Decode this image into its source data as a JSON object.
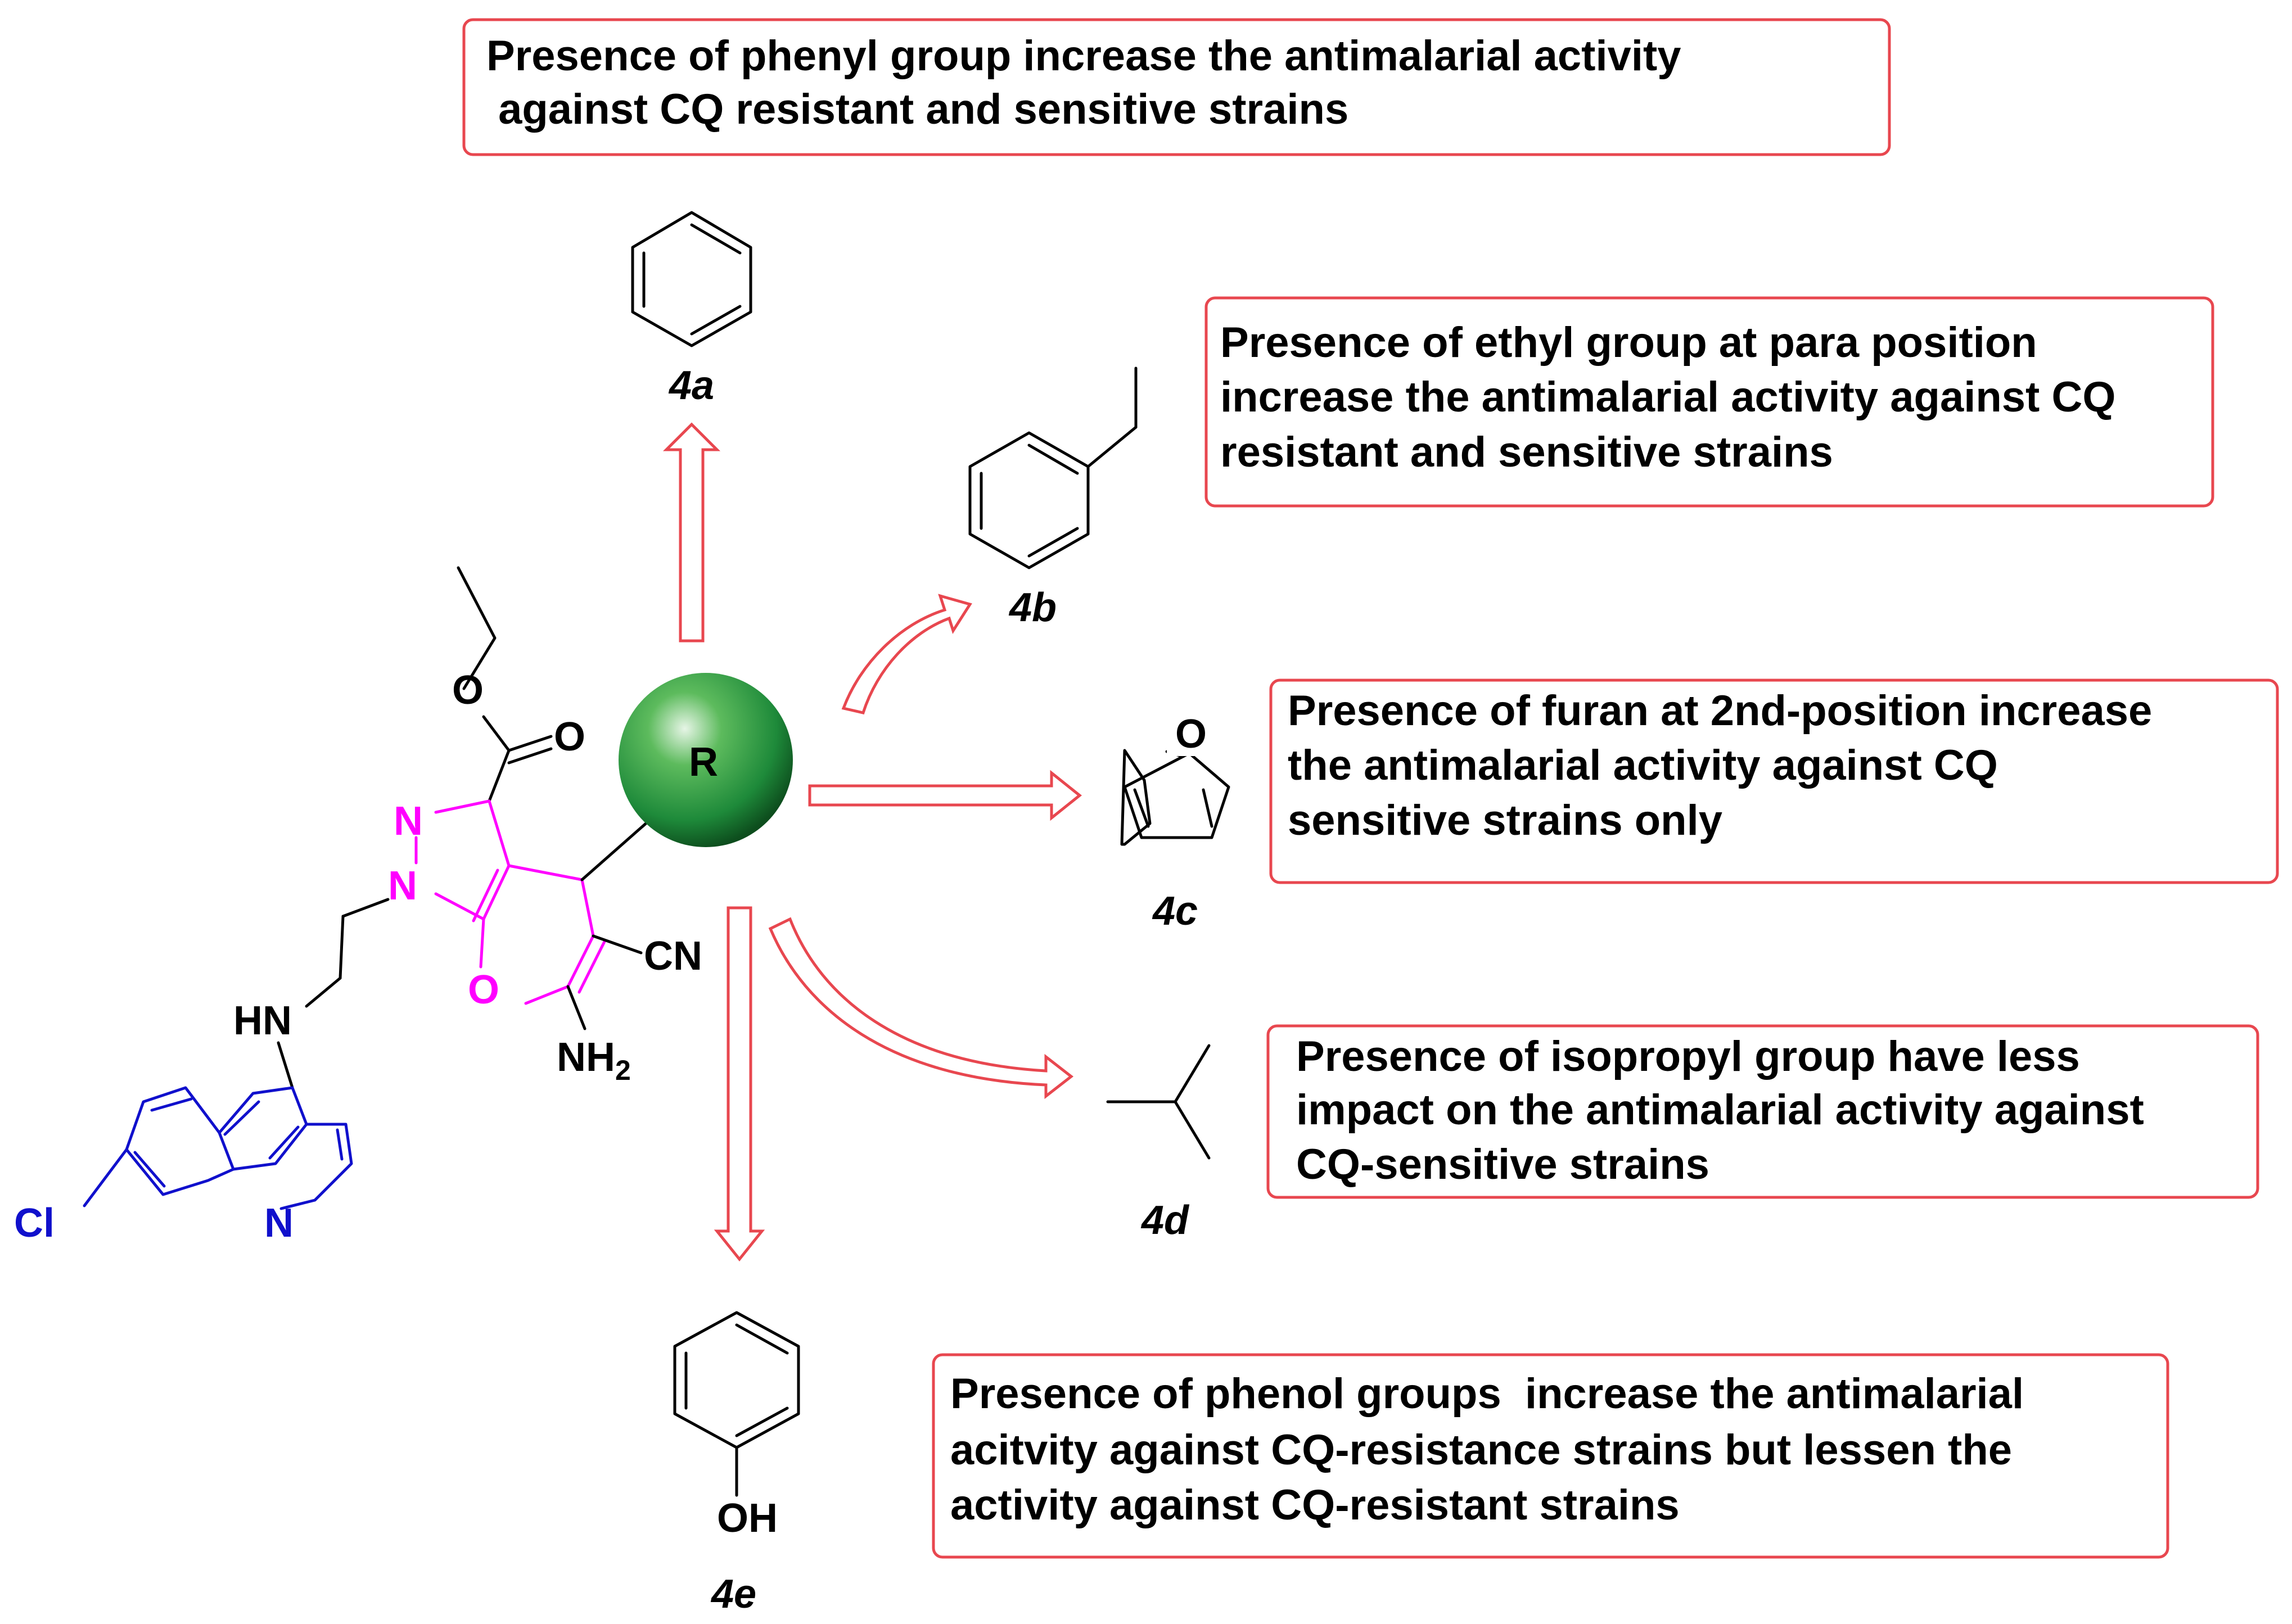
{
  "colors": {
    "box_border": "#e8474f",
    "arrow_outline": "#e8474f",
    "core_highlight": "#ff00ff",
    "quinoline": "#1010cc",
    "sphere": "#1e8a3a"
  },
  "core": {
    "r_label": "R",
    "atom_labels": {
      "carbonyl_o": "O",
      "ester_o": "O",
      "pyrazole_n2": "N",
      "pyrazole_n1": "N",
      "pyran_o": "O",
      "cyano": "CN",
      "amino": "NH",
      "amino_sub": "2",
      "amine_hn": "HN",
      "quinoline_n": "N",
      "chloro": "Cl"
    }
  },
  "substituents": [
    {
      "id": "4a",
      "label": "4a",
      "extra_atom": ""
    },
    {
      "id": "4b",
      "label": "4b",
      "extra_atom": ""
    },
    {
      "id": "4c",
      "label": "4c",
      "extra_atom": "O"
    },
    {
      "id": "4d",
      "label": "4d",
      "extra_atom": ""
    },
    {
      "id": "4e",
      "label": "4e",
      "extra_atom": "OH"
    }
  ],
  "notes": [
    {
      "id": "4a",
      "lines": [
        "Presence of phenyl group increase the antimalarial activity",
        " against CQ resistant and sensitive strains"
      ]
    },
    {
      "id": "4b",
      "lines": [
        "Presence of ethyl group at para position",
        "increase the antimalarial activity against CQ",
        "resistant and sensitive strains"
      ]
    },
    {
      "id": "4c",
      "lines": [
        "Presence of furan at 2nd-position increase",
        "the antimalarial activity against CQ",
        "sensitive strains only"
      ]
    },
    {
      "id": "4d",
      "lines": [
        "Presence of isopropyl group have less",
        "impact on the antimalarial activity against",
        "CQ-sensitive strains"
      ]
    },
    {
      "id": "4e",
      "lines": [
        "Presence of phenol groups  increase the antimalarial",
        "acitvity against CQ-resistance strains but lessen the",
        "activity against CQ-resistant strains"
      ]
    }
  ]
}
